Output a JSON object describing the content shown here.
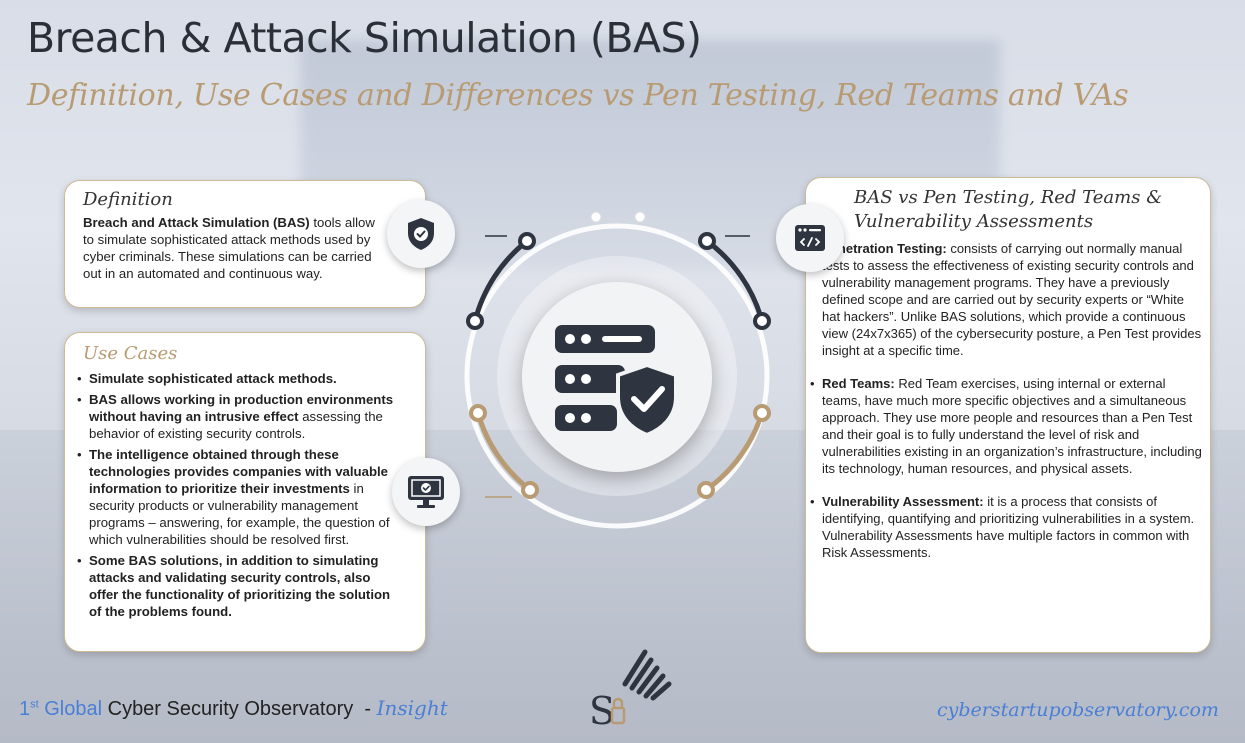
{
  "header": {
    "title": "Breach & Attack Simulation (BAS)",
    "subtitle": "Definition, Use Cases and Differences vs Pen Testing, Red Teams and VAs"
  },
  "definition": {
    "heading": "Definition",
    "lead": "Breach and Attack Simulation (BAS)",
    "text": " tools allow to simulate sophisticated attack methods used by cyber criminals. These simulations can be carried out in an automated and continuous way."
  },
  "use_cases": {
    "heading": "Use Cases",
    "items": [
      {
        "bold": "Simulate sophisticated attack methods.",
        "rest": ""
      },
      {
        "bold": "BAS allows working in production environments without having an intrusive effect",
        "rest": " assessing the behavior of existing security controls."
      },
      {
        "bold": "The intelligence obtained through these technologies provides companies with valuable information to prioritize their investments",
        "rest": " in security products or vulnerability management programs – answering, for example, the question of which vulnerabilities should be resolved first."
      },
      {
        "bold": "Some BAS solutions, in addition to simulating attacks and validating security controls, also offer the functionality of prioritizing the solution of the problems found.",
        "rest": ""
      }
    ]
  },
  "comparison": {
    "heading": "BAS vs Pen Testing, Red Teams & Vulnerability Assessments",
    "items": [
      {
        "bold": "Penetration Testing:",
        "rest": " consists of carrying out normally manual tests to assess the effectiveness of existing security controls and vulnerability management programs. They have a previously defined scope and are carried out by security experts or “White hat hackers”. Unlike BAS solutions, which provide a continuous view (24x7x365) of the cybersecurity posture, a Pen Test provides insight at a specific time."
      },
      {
        "bold": "Red Teams:",
        "rest": " Red Team exercises, using internal or external teams, have much more specific objectives and a simultaneous approach. They use more people and resources than a Pen Test and their goal is to fully understand the level of risk and vulnerabilities existing in an organization’s infrastructure, including its technology, human resources, and physical assets."
      },
      {
        "bold": "Vulnerability Assessment:",
        "rest": " it is a process that consists of identifying, quantifying and prioritizing vulnerabilities in a system. Vulnerability Assessments have multiple factors in common with Risk Assessments."
      }
    ]
  },
  "footer": {
    "ordinal": "1",
    "ordinal_suffix": "st",
    "global": " Global",
    "observatory": " Cyber Security Observatory",
    "dash": "  - ",
    "insight": "Insight",
    "website": "cyberstartupobservatory.com"
  },
  "icons": {
    "definition": "shield-check-icon",
    "use_cases": "monitor-check-icon",
    "comparison": "code-window-icon",
    "center": "server-shield-icon",
    "logo": "observatory-logo"
  },
  "colors": {
    "accent_gold": "#b89b72",
    "accent_blue": "#4a7fd6",
    "ring_dark": "#2e3440",
    "title_dark": "#2b3038"
  }
}
